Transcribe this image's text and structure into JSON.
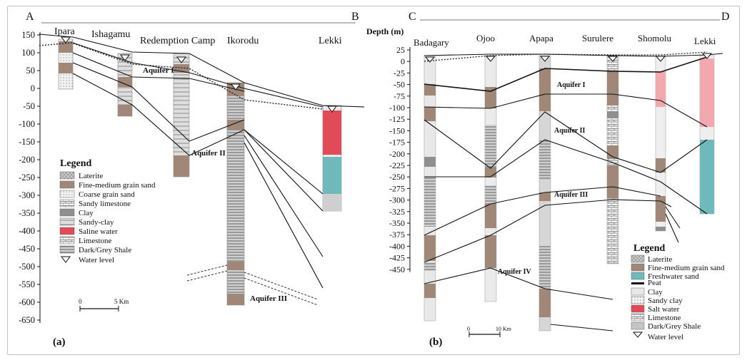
{
  "panel_a": {
    "tag": "(a)",
    "end_left": "A",
    "end_right": "B",
    "locations": [
      "Ipara",
      "Ishagamu",
      "Redemption Camp",
      "Ikorodu",
      "Lekki"
    ],
    "y_ticks": [
      "150",
      "100",
      "50",
      "0",
      "-50",
      "-100",
      "-150",
      "-200",
      "-250",
      "-300",
      "-350",
      "-400",
      "-450",
      "-500",
      "-550",
      "-600",
      "-650"
    ],
    "aquifers": [
      "Aquifer I",
      "Aquifer II",
      "Aquifer III"
    ],
    "legend_title": "Legend",
    "legend": [
      "Laterite",
      "Fine-medium grain sand",
      "Coarse grain sand",
      "Sandy limestone",
      "Clay",
      "Sandy-clay",
      "Saline water",
      "Limestone",
      "Dark/Grey Shale",
      "Water level"
    ],
    "scale_zero": "0",
    "scale_label": "5 Km"
  },
  "panel_b": {
    "tag": "(b)",
    "end_left": "C",
    "end_right": "D",
    "depth_label": "Depth (m)",
    "locations": [
      "Badagary",
      "Ojoo",
      "Apapa",
      "Surulere",
      "Shomolu",
      "Lekki"
    ],
    "y_ticks": [
      "25",
      "0",
      "-25",
      "-50",
      "-75",
      "-100",
      "-125",
      "-150",
      "-175",
      "-200",
      "-225",
      "-250",
      "-275",
      "-300",
      "-325",
      "-350",
      "-375",
      "-400",
      "-425",
      "-450"
    ],
    "aquifers": [
      "Aquifer I",
      "Aquifer II",
      "Aquifer III",
      "Aquifer IV"
    ],
    "legend_title": "Legend",
    "legend": [
      "Laterite",
      "Fine-medium grain sand",
      "Freshwater sand",
      "Peat",
      "Clay",
      "Sandy clay",
      "Salt water",
      "Limestone",
      "Dark/Grey Shale",
      "Water level"
    ],
    "scale_zero": "0",
    "scale_label": "10 Km"
  },
  "colors": {
    "sand": "#a08878",
    "saline": "#e24a58",
    "fresh": "#6fb9ba",
    "shale": "#bdbdbd",
    "clay": "#e8e8e8"
  }
}
